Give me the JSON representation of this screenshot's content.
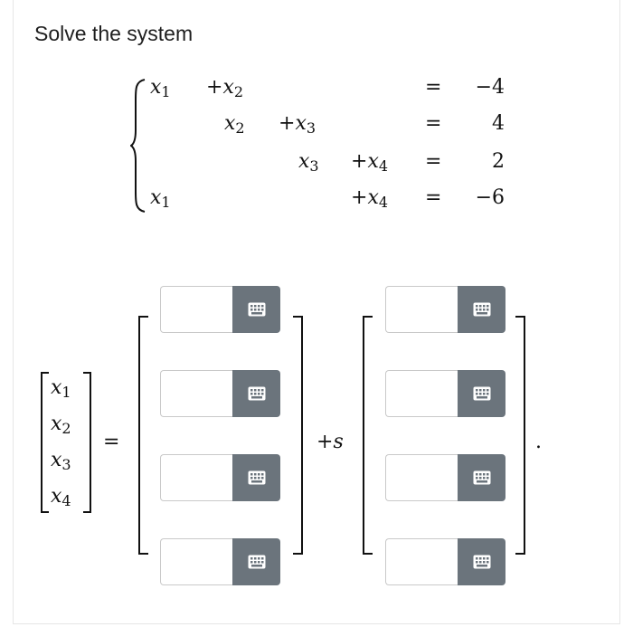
{
  "title": "Solve the system",
  "system": {
    "var_x": "x",
    "plus": "+",
    "equals": "=",
    "idx": [
      "1",
      "2",
      "3",
      "4"
    ],
    "rhs": [
      "−4",
      "4",
      "2",
      "−6"
    ]
  },
  "vector": {
    "equals": "=",
    "plus_s": "+",
    "param": "s",
    "period": "."
  },
  "inputs": {
    "left": [
      "",
      "",
      "",
      ""
    ],
    "right": [
      "",
      "",
      "",
      ""
    ]
  },
  "colors": {
    "keyboard_button": "#6b747c"
  },
  "icons": {
    "keyboard": "keyboard-grid-icon"
  }
}
